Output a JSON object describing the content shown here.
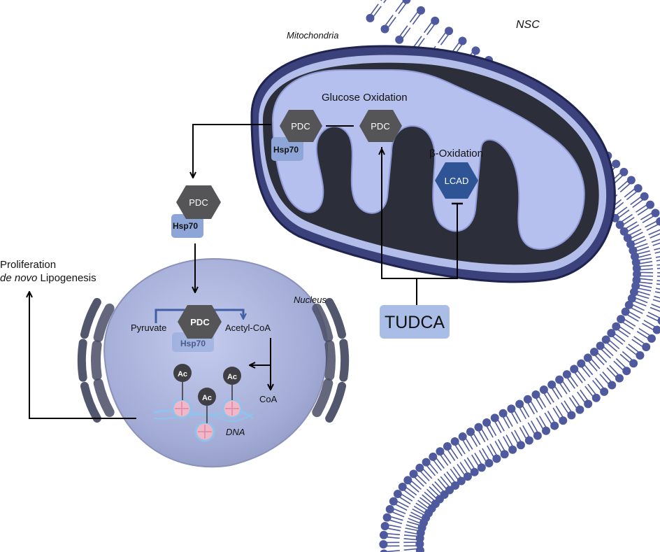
{
  "labels": {
    "nsc": "NSC",
    "mitochondria": "Mitochondria",
    "glucose_oxidation": "Glucose Oxidation",
    "beta_oxidation": "β-Oxidation",
    "nucleus": "Nucleus",
    "proliferation": "Proliferation",
    "de_novo": "de novo",
    "lipogenesis": " Lipogenesis",
    "pyruvate": "Pyruvate",
    "acetyl_coa": "Acetyl-CoA",
    "coa": "CoA",
    "dna": "DNA"
  },
  "proteins": {
    "pdc": "PDC",
    "hsp70": "Hsp70",
    "lcad": "LCAD",
    "acetyl_mark": "Ac"
  },
  "drug": {
    "name": "TUDCA"
  },
  "colors": {
    "membrane_head": "#4f5a9e",
    "mito_outer": "#2f3566",
    "mito_matrix": "#b6c0ee",
    "mito_dark": "#2d2f3c",
    "pdc_hex": "#555558",
    "lcad_hex": "#2e5495",
    "hsp70_box": "#8ea5d8",
    "tudca_box": "#a9bde6",
    "nucleus_fill": "#aab3d8",
    "envelope": "#4a4e66"
  }
}
